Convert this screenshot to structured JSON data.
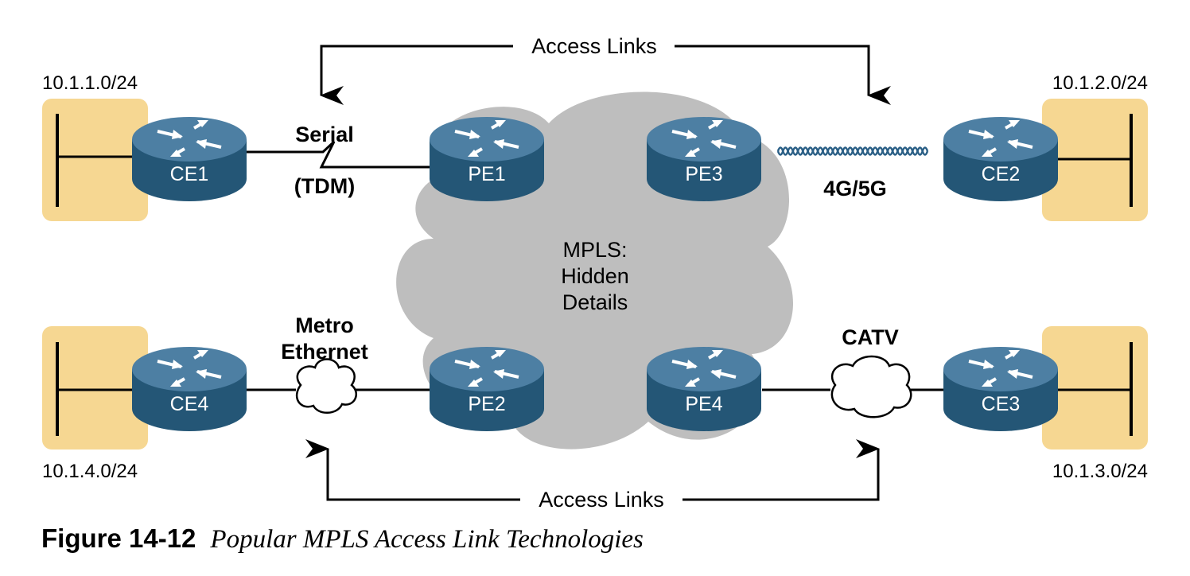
{
  "top_label": "Access Links",
  "bottom_label": "Access Links",
  "cloud_text": [
    "MPLS:",
    "Hidden",
    "Details"
  ],
  "sites": {
    "site1": "10.1.1.0/24",
    "site2": "10.1.2.0/24",
    "site3": "10.1.3.0/24",
    "site4": "10.1.4.0/24"
  },
  "routers": {
    "ce1": "CE1",
    "ce2": "CE2",
    "ce3": "CE3",
    "ce4": "CE4",
    "pe1": "PE1",
    "pe2": "PE2",
    "pe3": "PE3",
    "pe4": "PE4"
  },
  "links": {
    "serial": "Serial",
    "tdm": "(TDM)",
    "wireless": "4G/5G",
    "metro_1": "Metro",
    "metro_2": "Ethernet",
    "catv": "CATV"
  },
  "caption": {
    "number": "Figure 14-12",
    "title": "Popular MPLS Access Link Technologies"
  },
  "colors": {
    "site_fill": "#f6d792",
    "router_top": "#4d7fa3",
    "router_side": "#245676",
    "cloud": "#bebebe"
  }
}
